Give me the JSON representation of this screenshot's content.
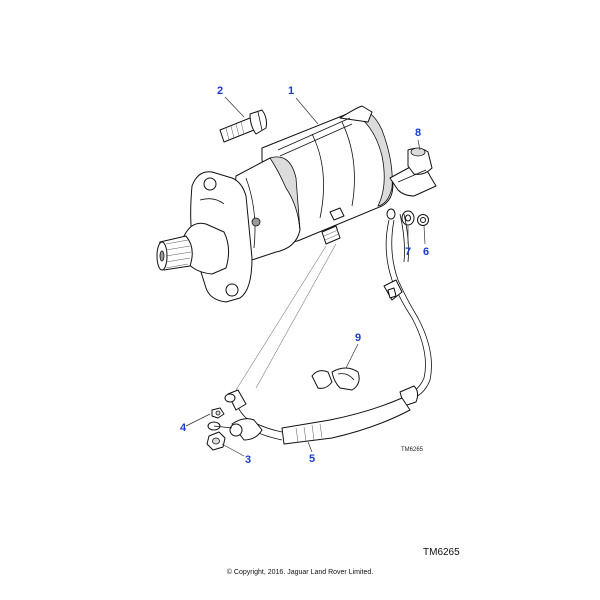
{
  "drawing_ref_small": "TM6265",
  "drawing_ref": "TM6265",
  "copyright": "© Copyright, 2016. Jaguar Land Rover Limited.",
  "callouts": {
    "c1": "1",
    "c2": "2",
    "c3": "3",
    "c4": "4",
    "c5": "5",
    "c6": "6",
    "c7": "7",
    "c8": "8",
    "c9": "9"
  },
  "callout_color": "#1a3ccf"
}
